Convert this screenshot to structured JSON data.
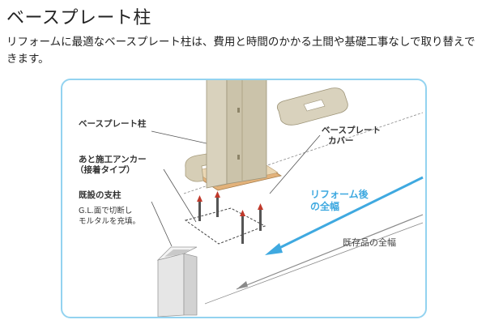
{
  "header": {
    "title": "ベースプレート柱",
    "description": "リフォームに最適なベースプレート柱は、費用と時間のかかる土間や基礎工事なしで取り替えできます。"
  },
  "diagram": {
    "labels": {
      "base_plate_post": "ベースプレート柱",
      "anchor_line1": "あと施工アンカー",
      "anchor_line2": "（接着タイプ）",
      "existing_post": "既設の支柱",
      "existing_note_line1": "G.L.面で切断し",
      "existing_note_line2": "モルタルを充填。",
      "cover_line1": "ベースプレート",
      "cover_line2": "カバー",
      "after_width_line1": "リフォーム後",
      "after_width_line2": "の全幅",
      "existing_width": "既存品の全幅"
    },
    "colors": {
      "frame_border": "#93d3f0",
      "accent_blue": "#3fa9e0",
      "post_beige": "#d9d2bd",
      "plate_orange": "#e3b27a"
    }
  }
}
